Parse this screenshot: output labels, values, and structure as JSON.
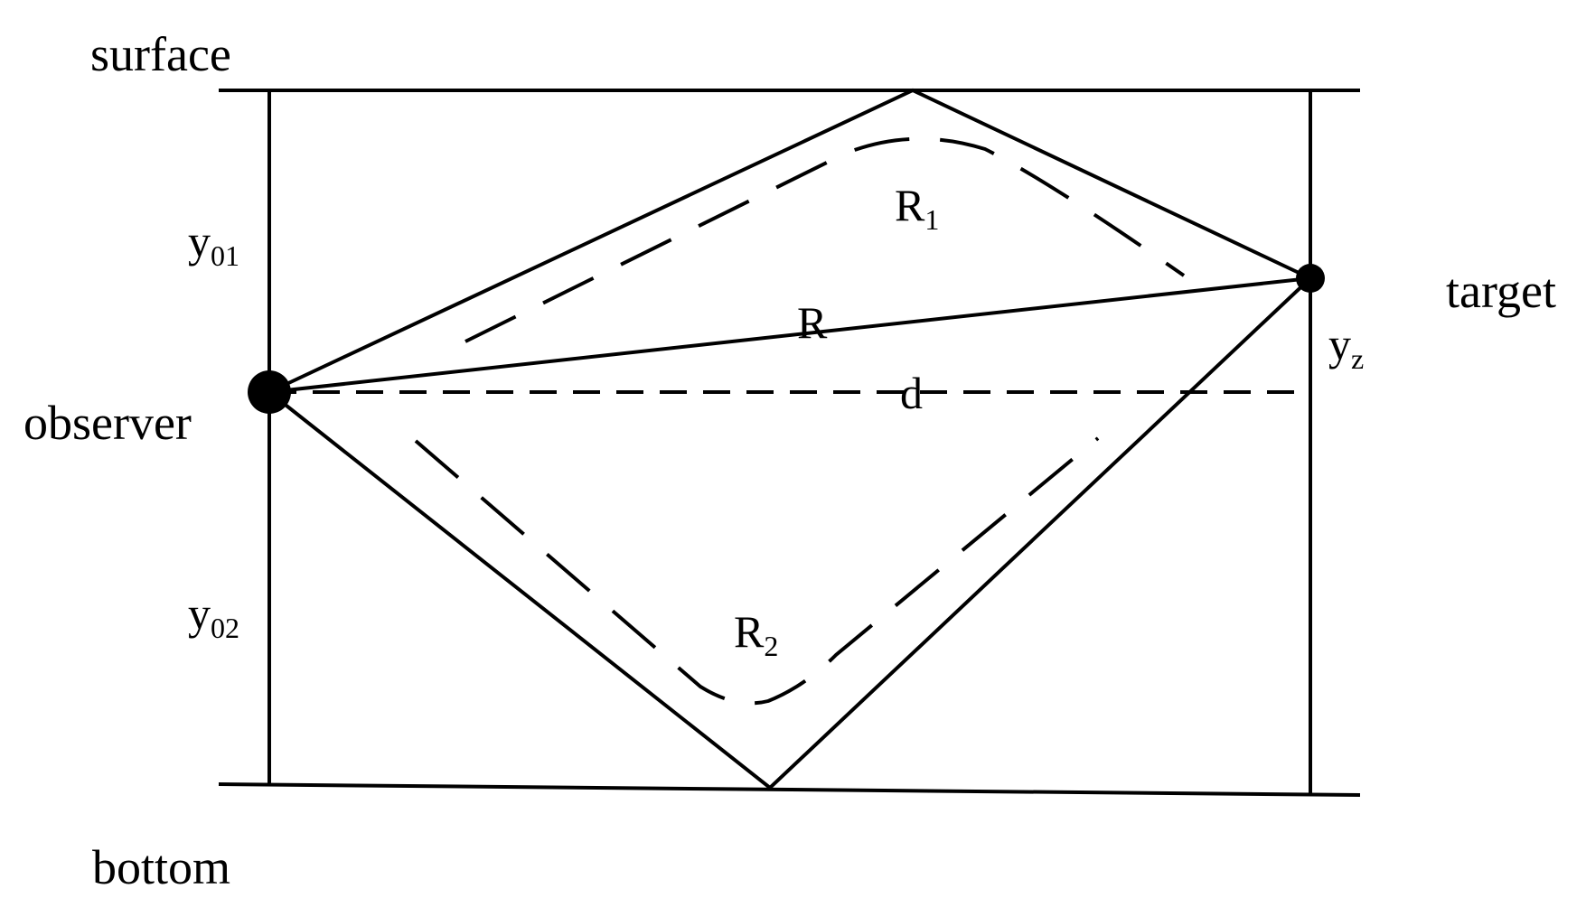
{
  "labels": {
    "surface": "surface",
    "bottom": "bottom",
    "observer": "observer",
    "target": "target",
    "y01_main": "y",
    "y01_sub": "01",
    "y02_main": "y",
    "y02_sub": "02",
    "yz_main": "y",
    "yz_sub": "z",
    "r": "R",
    "r1_main": "R",
    "r1_sub": "1",
    "r2_main": "R",
    "r2_sub": "2",
    "d": "d"
  },
  "colors": {
    "ink": "#000000",
    "background": "#ffffff"
  }
}
